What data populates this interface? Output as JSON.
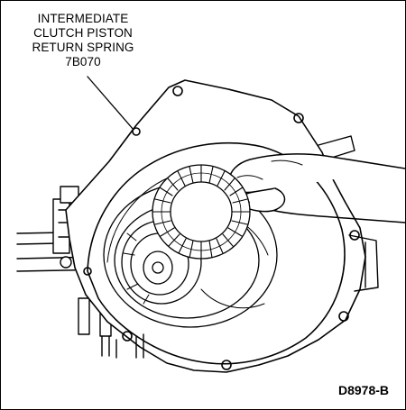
{
  "callout": {
    "line1": "INTERMEDIATE",
    "line2": "CLUTCH PISTON",
    "line3": "RETURN SPRING",
    "part_number": "7B070"
  },
  "figure_id": "D8978-B",
  "colors": {
    "ink": "#000000",
    "paper": "#ffffff"
  }
}
